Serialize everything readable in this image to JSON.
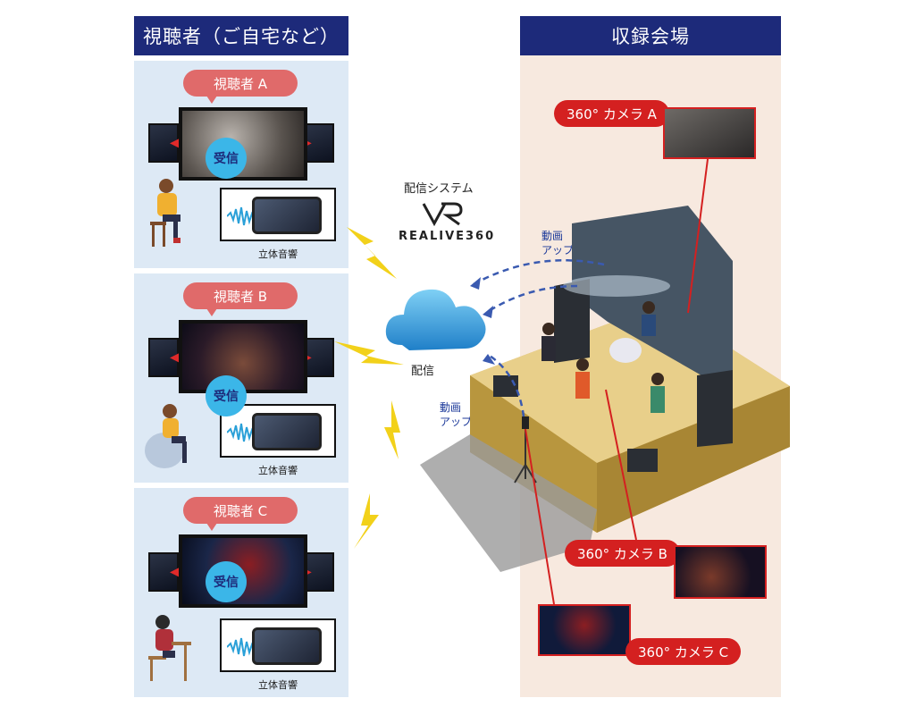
{
  "headers": {
    "viewers": "視聴者（ご自宅など）",
    "venue": "収録会場"
  },
  "viewers": [
    {
      "label": "視聴者 A",
      "receive": "受信",
      "audio": "立体音響"
    },
    {
      "label": "視聴者 B",
      "receive": "受信",
      "audio": "立体音響"
    },
    {
      "label": "視聴者 C",
      "receive": "受信",
      "audio": "立体音響"
    }
  ],
  "system": {
    "label": "配信システム",
    "logo_text": "REALIVE360"
  },
  "cloud": {
    "label": "配信"
  },
  "upload": {
    "line1": "動画",
    "line2": "アップロード"
  },
  "cameras": {
    "a": "360° カメラ A",
    "b": "360° カメラ B",
    "c": "360° カメラ C"
  },
  "colors": {
    "navy": "#1d2a7a",
    "red": "#d42020",
    "pink": "#e06a6a",
    "cyan": "#3bb6e8",
    "bolt": "#f2d11a"
  },
  "icons": [
    "cloud-icon",
    "lightning-icon",
    "realive-logo-icon",
    "sound-wave-icon"
  ]
}
